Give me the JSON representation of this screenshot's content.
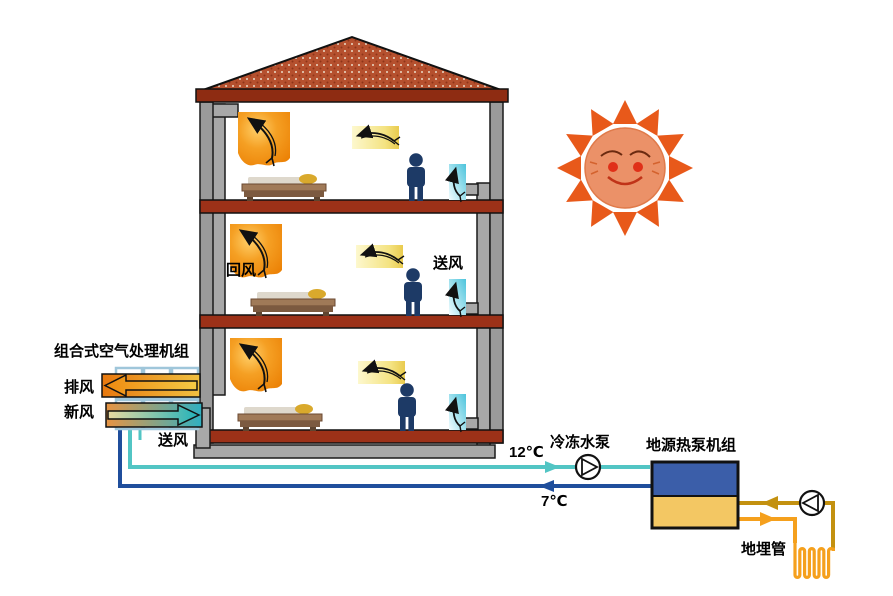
{
  "labels": {
    "ahu": "组合式空气处理机组",
    "exhaust_air": "排风",
    "fresh_air": "新风",
    "supply_air_ahu": "送风",
    "return_air": "回风",
    "supply_air_room": "送风",
    "chilled_supply_temp": "12℃",
    "chilled_water_pump": "冷冻水泵",
    "chilled_return_temp": "7℃",
    "heat_pump_unit": "地源热泵机组",
    "ground_loop": "地埋管"
  },
  "colors": {
    "chilled_supply_line": "#52c5c4",
    "chilled_return_line": "#1f4e9c",
    "ground_supply_line": "#f5a01d",
    "ground_return_line": "#c39110",
    "heat_pump_top": "#3b5ea9",
    "heat_pump_bottom": "#f3c763",
    "roof_tile": "#b5502e",
    "floor_slab": "#9c3118",
    "duct_grey": "#a8a8a8",
    "sun_ray": "#e8591a",
    "sun_face": "#eb9168",
    "return_grille_orange": "#ec8206",
    "supply_grille_cyan": "#58c8de"
  }
}
